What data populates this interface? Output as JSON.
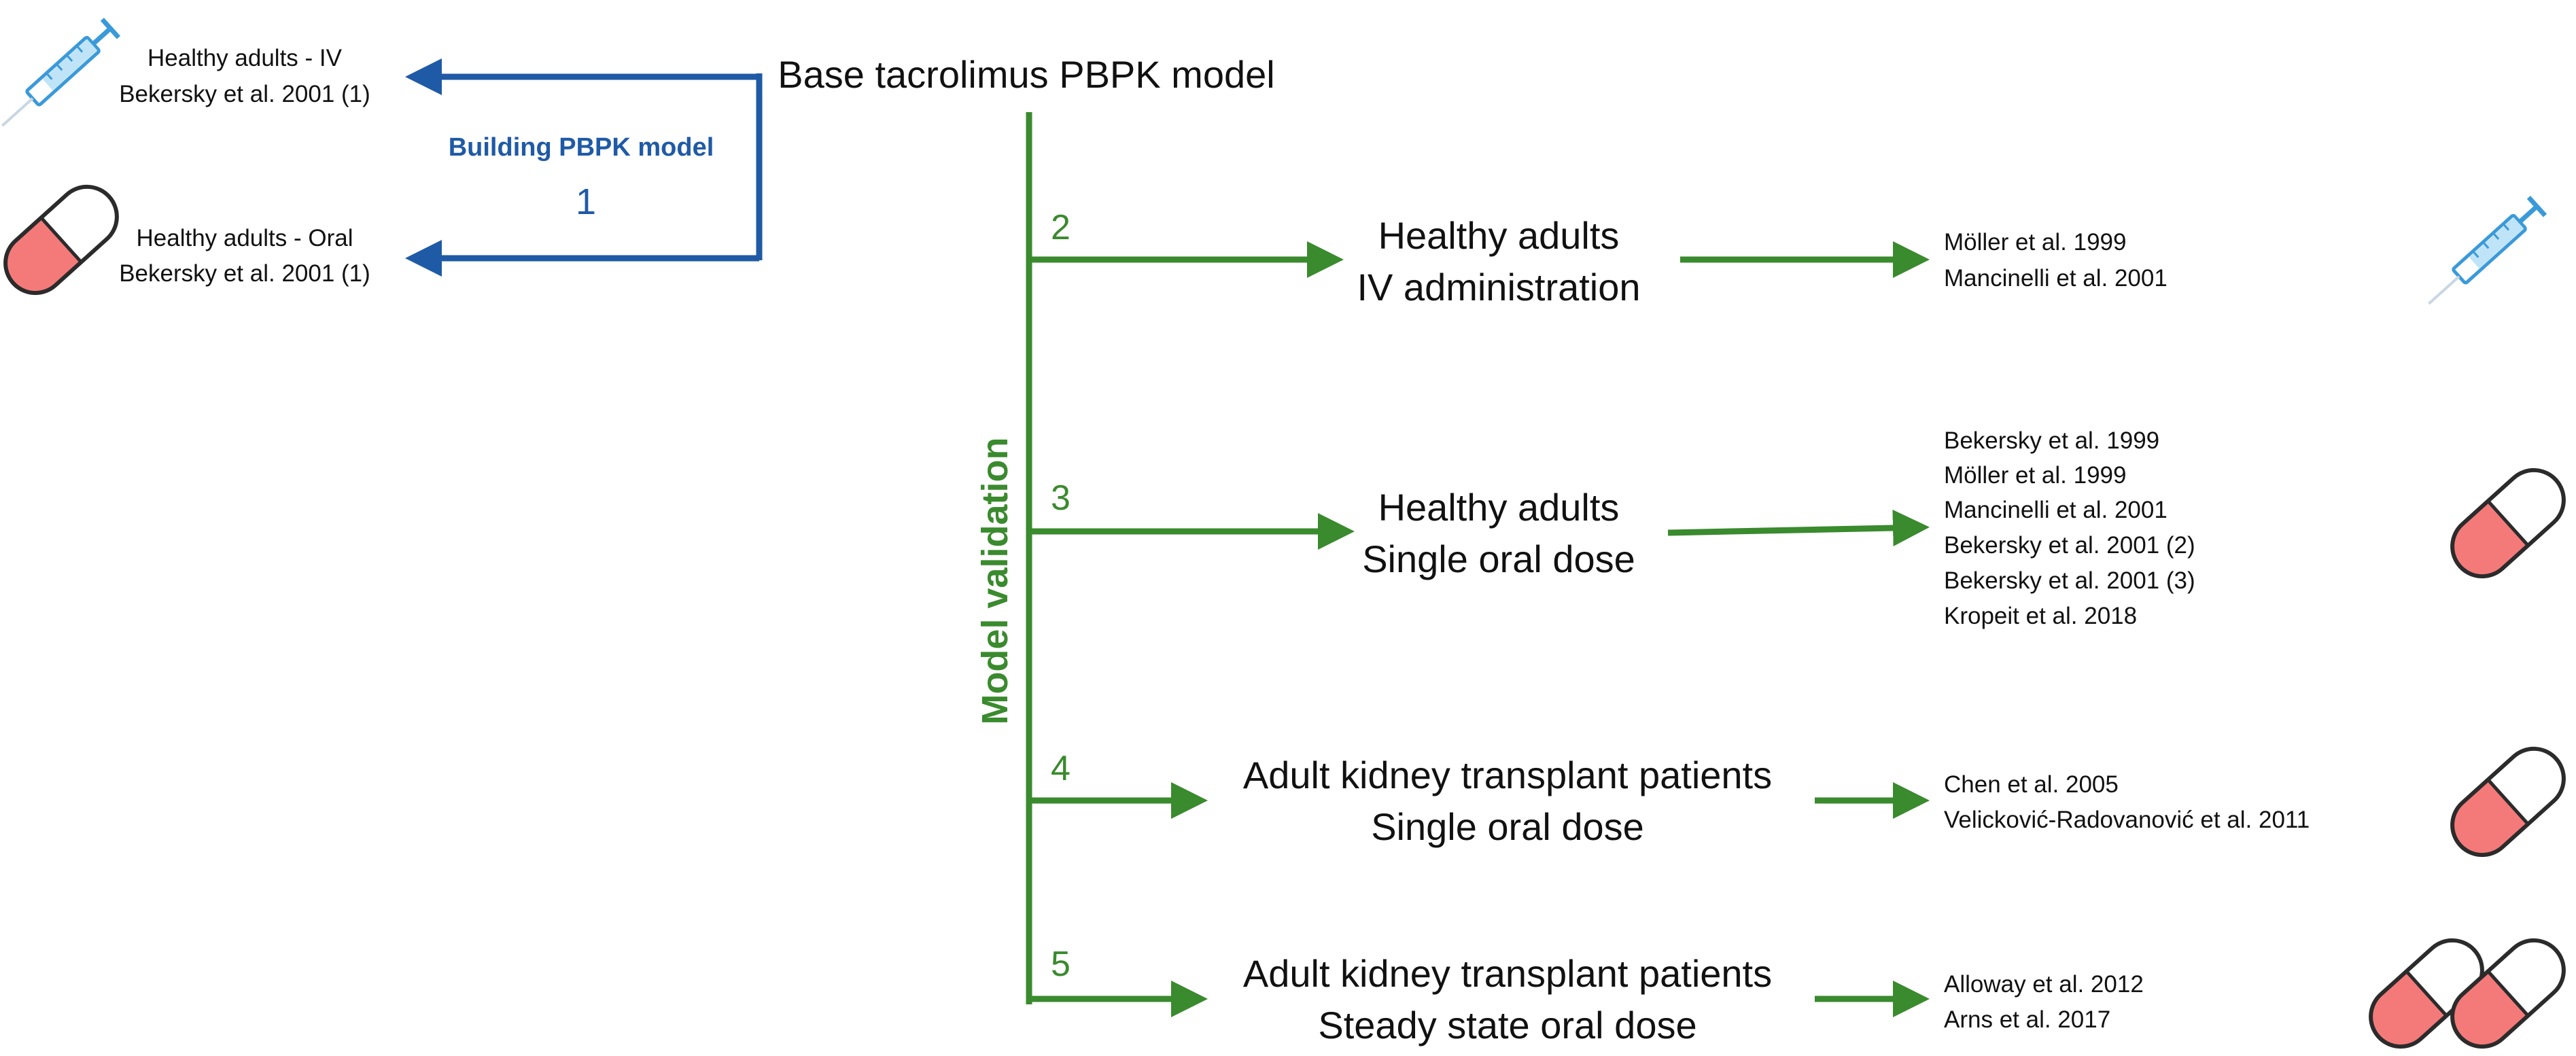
{
  "title": "Base tacrolimus PBPK model",
  "colors": {
    "blue": "#1f5aa6",
    "green": "#3a8a2e",
    "pill_red": "#f47a7a",
    "syringe_blue": "#3a9ad9",
    "text": "#111111"
  },
  "building": {
    "label": "Building PBPK model",
    "number": "1",
    "iv": {
      "line1": "Healthy adults - IV",
      "line2": "Bekersky et al. 2001 (1)",
      "icon": "syringe-icon"
    },
    "oral": {
      "line1": "Healthy adults - Oral",
      "line2": "Bekersky et al. 2001 (1)",
      "icon": "pill-icon"
    }
  },
  "validation": {
    "label": "Model validation",
    "steps": [
      {
        "number": "2",
        "line1": "Healthy adults",
        "line2": "IV administration",
        "refs": [
          "Möller et al. 1999",
          "Mancinelli et al. 2001"
        ],
        "icon": "syringe-icon"
      },
      {
        "number": "3",
        "line1": "Healthy adults",
        "line2": "Single oral dose",
        "refs": [
          "Bekersky et al. 1999",
          "Möller et al. 1999",
          "Mancinelli et al. 2001",
          "Bekersky et al. 2001 (2)",
          "Bekersky et al. 2001 (3)",
          "Kropeit et al. 2018"
        ],
        "icon": "pill-icon"
      },
      {
        "number": "4",
        "line1": "Adult kidney transplant patients",
        "line2": "Single oral dose",
        "refs": [
          "Chen et al. 2005",
          "Velicković-Radovanović et al. 2011"
        ],
        "icon": "pill-icon"
      },
      {
        "number": "5",
        "line1": "Adult kidney transplant patients",
        "line2": "Steady state oral dose",
        "refs": [
          "Alloway et al. 2012",
          "Arns et al. 2017"
        ],
        "icon": "two-pills-icon"
      }
    ]
  }
}
